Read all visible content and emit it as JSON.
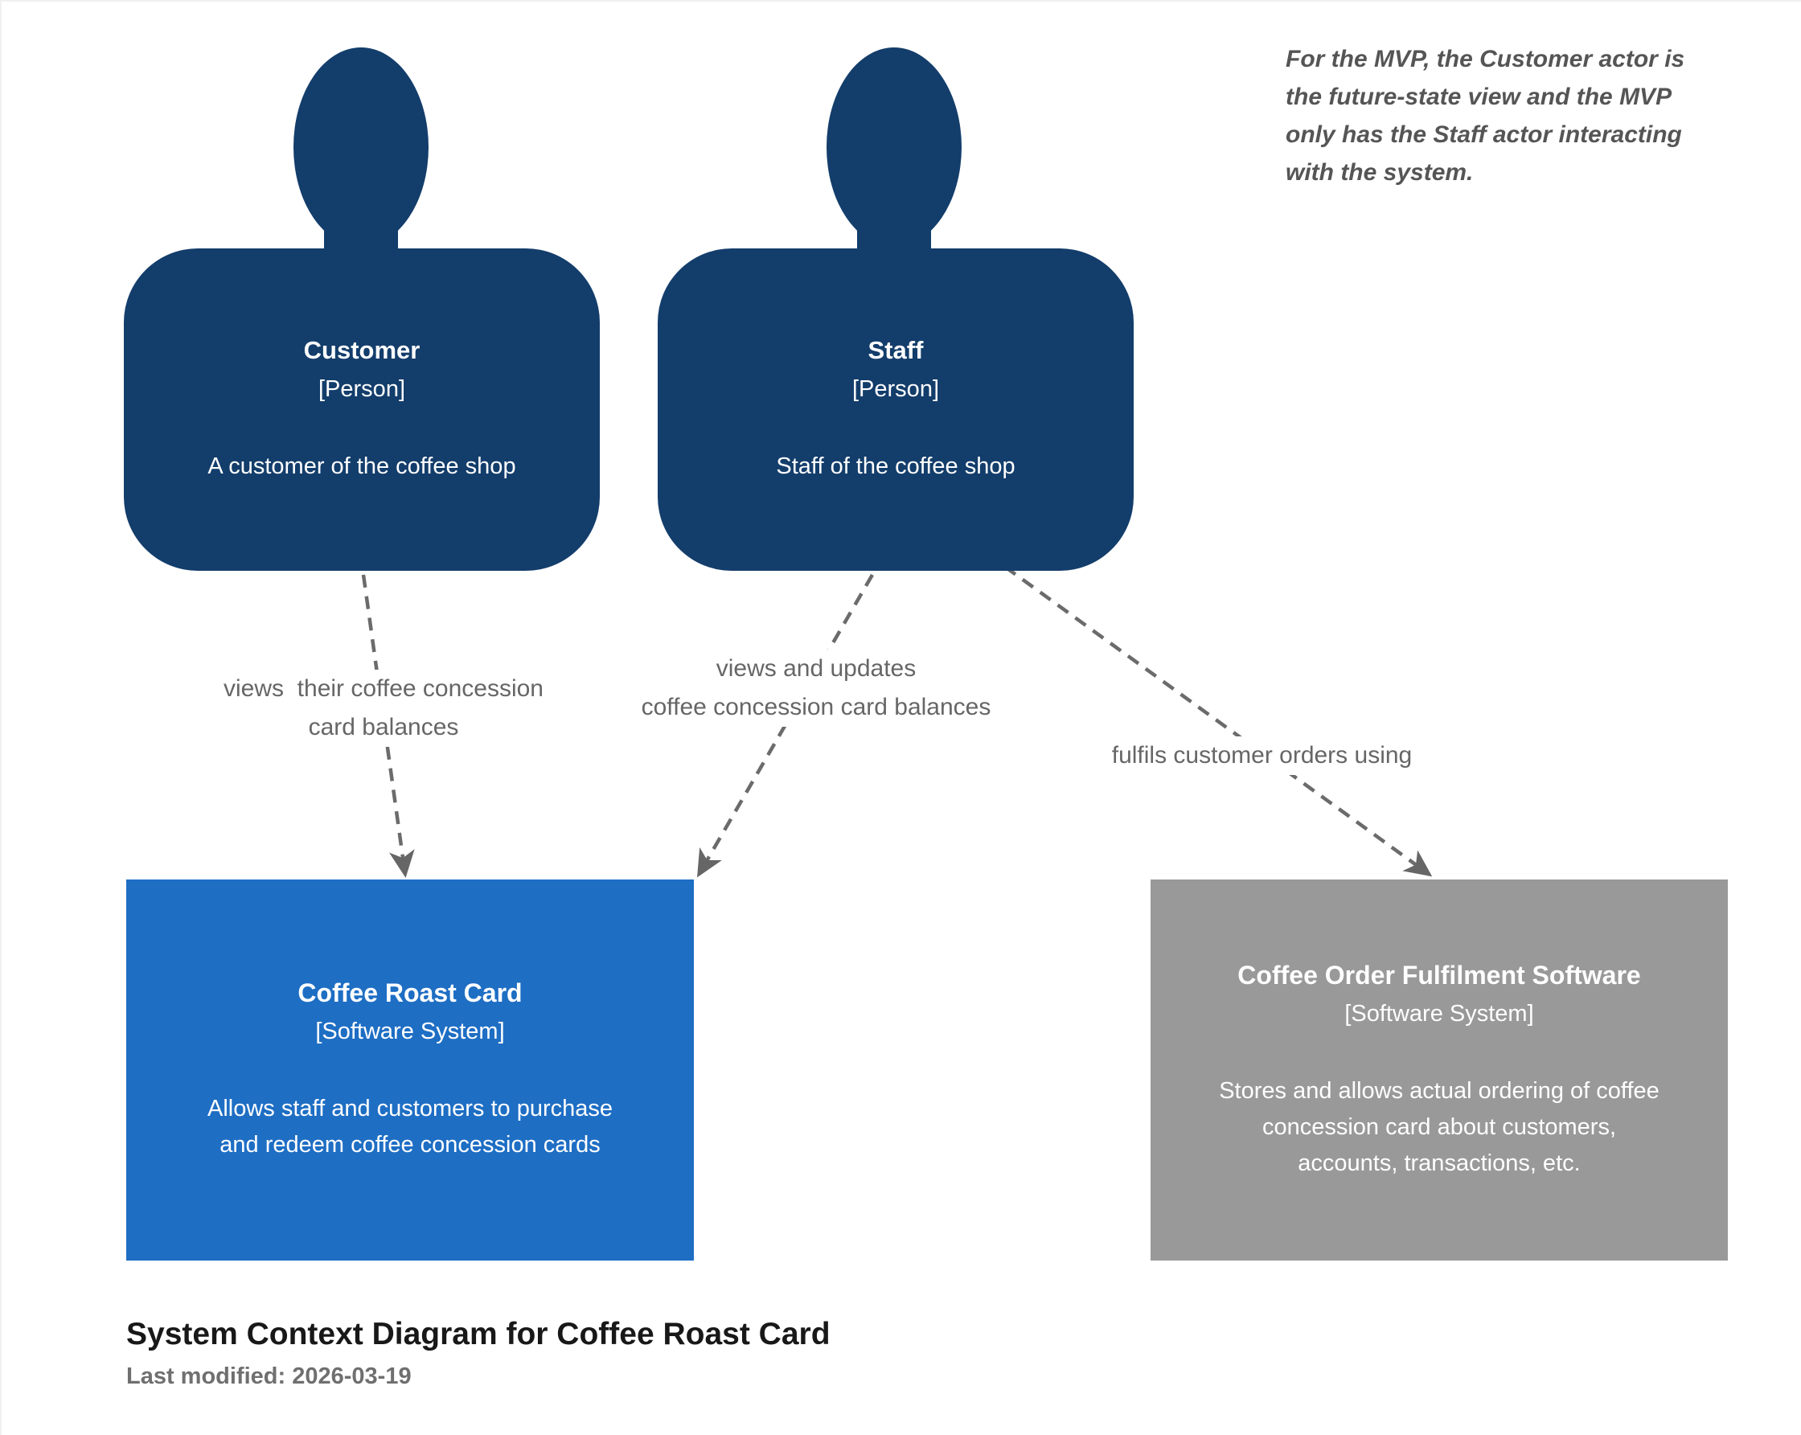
{
  "note": {
    "text": "For the MVP, the Customer actor is\nthe future-state view and the MVP\nonly has the Staff actor interacting\nwith the system."
  },
  "actors": [
    {
      "name": "Customer",
      "meta": "[Person]",
      "description": "A customer of the coffee shop"
    },
    {
      "name": "Staff",
      "meta": "[Person]",
      "description": "Staff of the coffee shop"
    }
  ],
  "systems": [
    {
      "name": "Coffee Roast Card",
      "meta": "[Software System]",
      "description": "Allows staff and customers to purchase\nand redeem coffee concession cards"
    },
    {
      "name": "Coffee Order Fulfilment Software",
      "meta": "[Software System]",
      "description": "Stores and allows actual ordering of coffee\nconcession card about customers,\naccounts, transactions, etc."
    }
  ],
  "relationships": [
    {
      "label": "views  their coffee concession\ncard balances"
    },
    {
      "label": "views and updates\ncoffee concession card balances"
    },
    {
      "label": "fulfils customer orders using"
    }
  ],
  "footer": {
    "title": "System Context Diagram for Coffee Roast Card",
    "last_modified": "Last modified: 2026-03-19"
  },
  "colors": {
    "person_fill": "#133d6b",
    "system_fill": "#1e6ec4",
    "external_system_fill": "#999999",
    "relationship": "#6b6b6b",
    "label_text": "#666666",
    "note_text": "#555555",
    "title_text": "#181818",
    "modified_text": "#6f6f6f"
  }
}
